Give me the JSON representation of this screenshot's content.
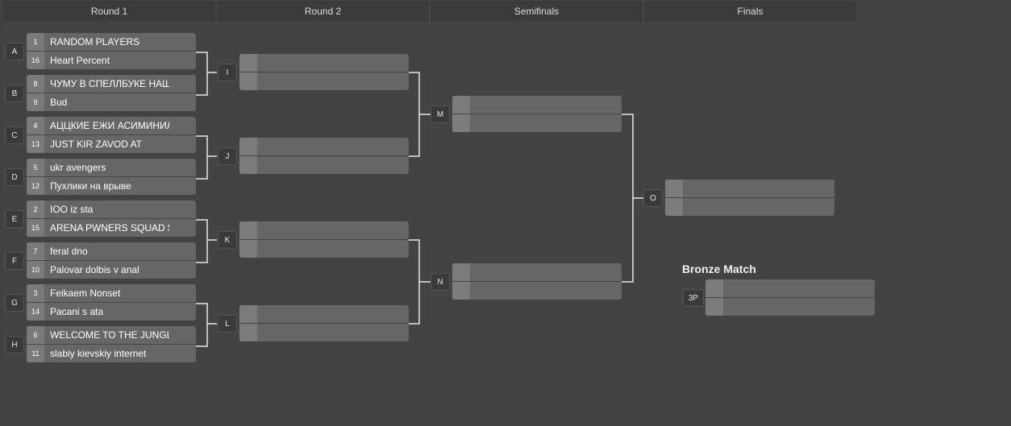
{
  "headers": [
    "Round 1",
    "Round 2",
    "Semifinals",
    "Finals"
  ],
  "round1": [
    {
      "label": "A",
      "top": {
        "seed": "1",
        "team": "RANDOM PLAYERS"
      },
      "bottom": {
        "seed": "16",
        "team": "Heart Percent"
      }
    },
    {
      "label": "B",
      "top": {
        "seed": "8",
        "team": "ЧУМУ В СПЕЛЛБУКЕ НАШ"
      },
      "bottom": {
        "seed": "9",
        "team": "Bud"
      }
    },
    {
      "label": "C",
      "top": {
        "seed": "4",
        "team": "АЦЦКИЕ ЕЖИ АСИМИНИЛ"
      },
      "bottom": {
        "seed": "13",
        "team": "JUST KIR ZAVOD AT"
      }
    },
    {
      "label": "D",
      "top": {
        "seed": "5",
        "team": "ukr avengers"
      },
      "bottom": {
        "seed": "12",
        "team": "Пухлики на врыве"
      }
    },
    {
      "label": "E",
      "top": {
        "seed": "2",
        "team": "IOO iz sta"
      },
      "bottom": {
        "seed": "15",
        "team": "ARENA PWNERS SQUAD $"
      }
    },
    {
      "label": "F",
      "top": {
        "seed": "7",
        "team": "feral dno"
      },
      "bottom": {
        "seed": "10",
        "team": "Palovar dolbis v anal"
      }
    },
    {
      "label": "G",
      "top": {
        "seed": "3",
        "team": "Feikaem Nonset"
      },
      "bottom": {
        "seed": "14",
        "team": "Pacani s ata"
      }
    },
    {
      "label": "H",
      "top": {
        "seed": "6",
        "team": "WELCOME TO THE JUNGL"
      },
      "bottom": {
        "seed": "11",
        "team": "slabiy kievskiy internet"
      }
    }
  ],
  "round2_labels": [
    "I",
    "J",
    "K",
    "L"
  ],
  "semifinal_labels": [
    "M",
    "N"
  ],
  "final_label": "O",
  "bronze": {
    "title": "Bronze Match",
    "label": "3P"
  }
}
